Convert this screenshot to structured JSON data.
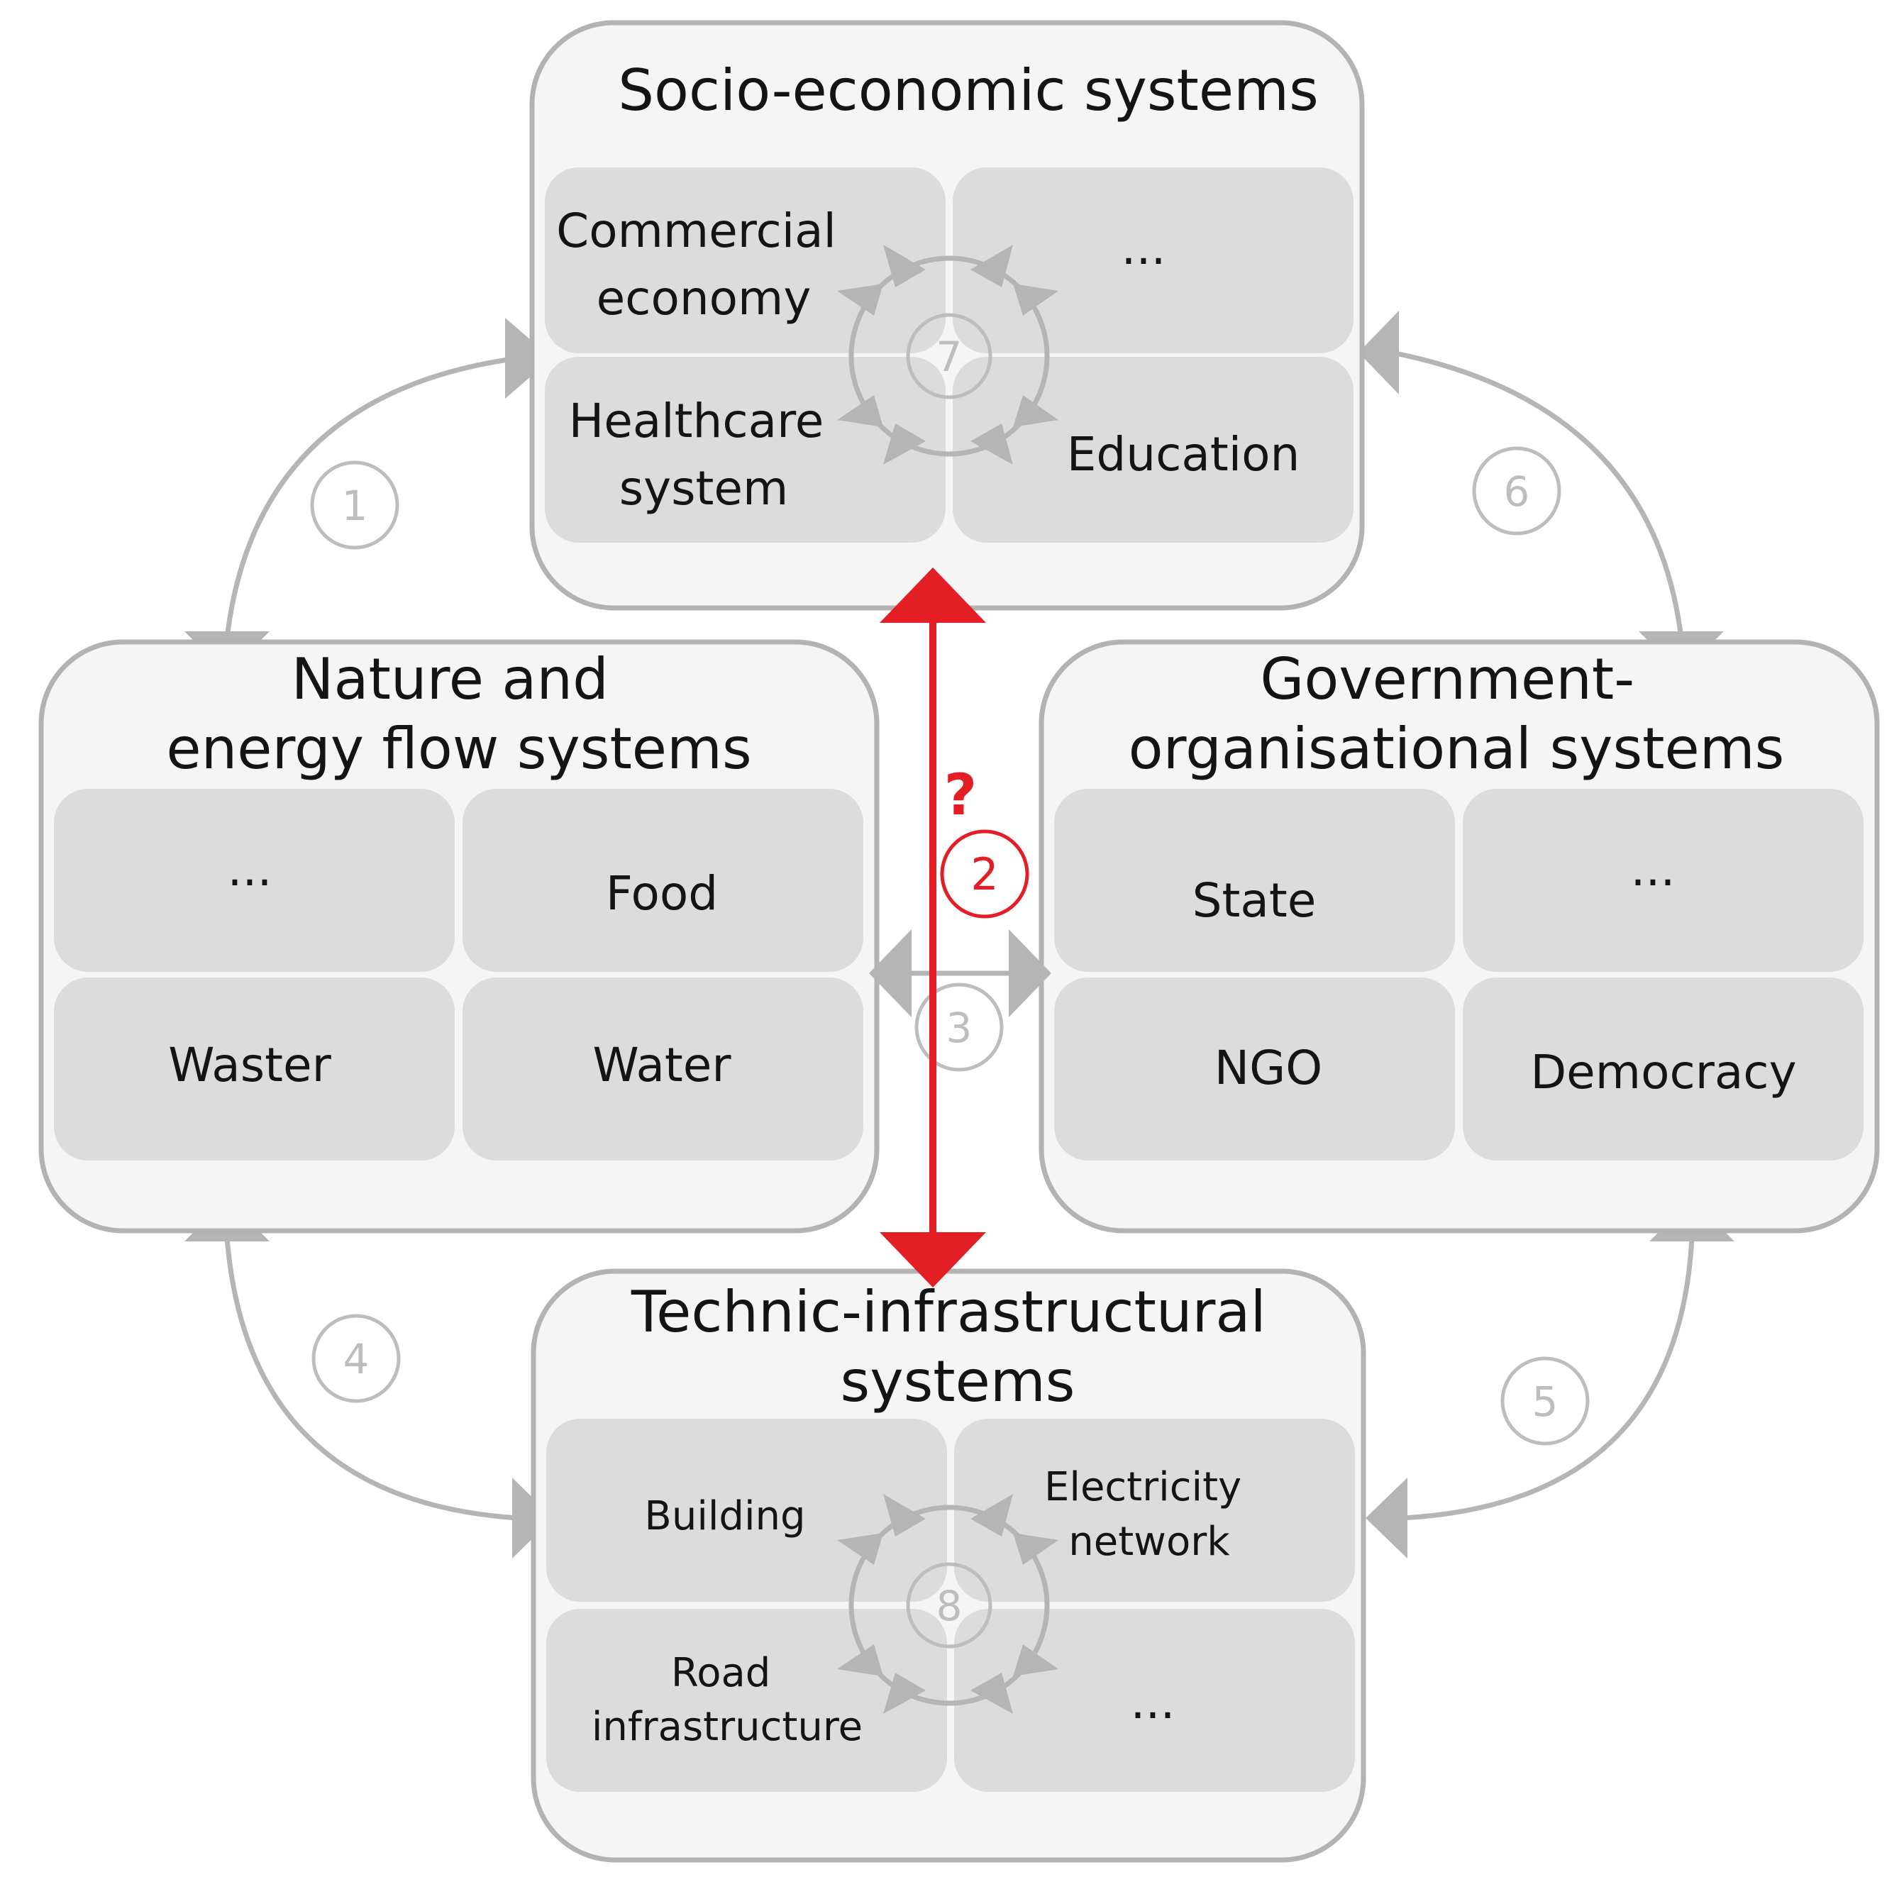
{
  "colors": {
    "group_fill": "#f5f5f5",
    "group_border": "#b3b3b3",
    "cell_fill": "#dcdcdc",
    "link_gray": "#b5b5b5",
    "highlight_red": "#e31e24"
  },
  "groups": {
    "socio": {
      "title": [
        "Socio-economic systems"
      ],
      "cells": [
        [
          "Commercial",
          "economy"
        ],
        [
          "..."
        ],
        [
          "Healthcare",
          "system"
        ],
        [
          "Education"
        ]
      ]
    },
    "nature": {
      "title": [
        "Nature and",
        "energy flow systems"
      ],
      "cells": [
        [
          "..."
        ],
        [
          "Food"
        ],
        [
          "Waster"
        ],
        [
          "Water"
        ]
      ]
    },
    "government": {
      "title": [
        "Government-",
        "organisational systems"
      ],
      "cells": [
        [
          "State"
        ],
        [
          "..."
        ],
        [
          "NGO"
        ],
        [
          "Democracy"
        ]
      ]
    },
    "technic": {
      "title": [
        "Technic-infrastructural",
        "systems"
      ],
      "cells": [
        [
          "Building"
        ],
        [
          "Electricity",
          "network"
        ],
        [
          "Road",
          "infrastructure"
        ],
        [
          "..."
        ]
      ]
    }
  },
  "links": {
    "n1": "1",
    "n2": "2",
    "n3": "3",
    "n4": "4",
    "n5": "5",
    "n6": "6",
    "n7": "7",
    "n8": "8",
    "question": "?"
  }
}
